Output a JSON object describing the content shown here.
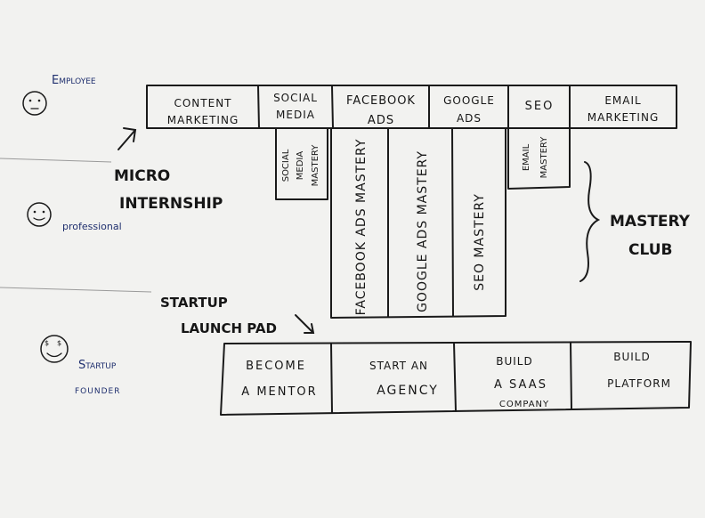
{
  "personas": {
    "employee": "Employee",
    "professional": "professional",
    "founder_line1": "Startup",
    "founder_line2": "founder"
  },
  "annotations": {
    "micro_internship_line1": "MICRO",
    "micro_internship_line2": "INTERNSHIP",
    "mastery_club_line1": "MASTERY",
    "mastery_club_line2": "CLUB",
    "launch_pad_line1": "STARTUP",
    "launch_pad_line2": "LAUNCH PAD"
  },
  "top_row": [
    {
      "line1": "CONTENT",
      "line2": "MARKETING"
    },
    {
      "line1": "SOCIAL",
      "line2": "MEDIA"
    },
    {
      "line1": "FACEBOOK",
      "line2": "ADS"
    },
    {
      "line1": "GOOGLE",
      "line2": "ADS"
    },
    {
      "line1": "SEO",
      "line2": ""
    },
    {
      "line1": "EMAIL",
      "line2": "MARKETING"
    }
  ],
  "mastery_columns": [
    {
      "line1": "SOCIAL",
      "line2": "MEDIA",
      "line3": "MASTERY"
    },
    {
      "line1": "FACEBOOK ADS MASTERY"
    },
    {
      "line1": "GOOGLE ADS MASTERY"
    },
    {
      "line1": "SEO MASTERY"
    },
    {
      "line1": "EMAIL",
      "line2": "MASTERY"
    }
  ],
  "bottom_row": [
    {
      "line1": "BECOME",
      "line2": "A MENTOR",
      "line3": ""
    },
    {
      "line1": "START AN",
      "line2": "AGENCY",
      "line3": ""
    },
    {
      "line1": "BUILD",
      "line2": "A SAAS",
      "line3": "COMPANY"
    },
    {
      "line1": "BUILD",
      "line2": "PLATFORM",
      "line3": ""
    }
  ]
}
